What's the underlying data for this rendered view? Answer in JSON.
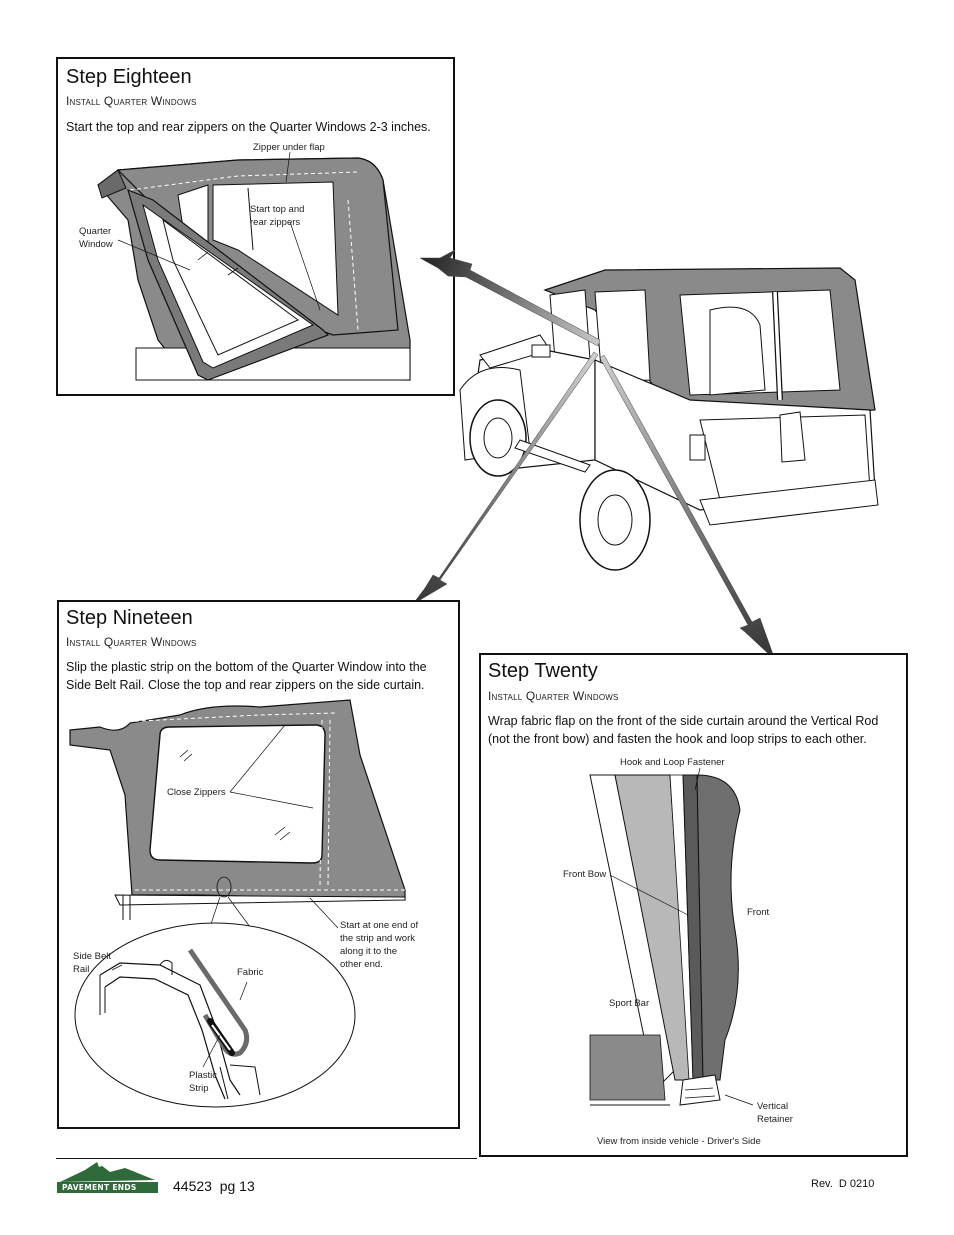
{
  "step18": {
    "title": "Step Eighteen",
    "subtitle": "Install Quarter Windows",
    "text": "Start the top and rear zippers on the Quarter Windows 2-3 inches.",
    "labels": {
      "zipper_flap": "Zipper under flap",
      "start_zippers_1": "Start top and",
      "start_zippers_2": "rear zippers",
      "quarter_1": "Quarter",
      "quarter_2": "Window"
    }
  },
  "step19": {
    "title": "Step Nineteen",
    "subtitle": "Install Quarter Windows",
    "text_1": "Slip the plastic strip on the bottom of the Quarter Window into the",
    "text_2": "Side Belt Rail. Close the top and rear zippers on the side curtain.",
    "labels": {
      "close_zippers": "Close Zippers",
      "start_end_1": "Start at one end of",
      "start_end_2": "the strip and work",
      "start_end_3": "along it to the",
      "start_end_4": "other end.",
      "side_belt_1": "Side Belt",
      "side_belt_2": "Rail",
      "fabric": "Fabric",
      "plastic_1": "Plastic",
      "plastic_2": "Strip"
    }
  },
  "step20": {
    "title": "Step Twenty",
    "subtitle": "Install Quarter Windows",
    "text_1": "Wrap fabric flap on the front of the side curtain around the Vertical Rod",
    "text_2": "(not the front bow) and fasten the hook and loop strips to each other.",
    "labels": {
      "hook_loop": "Hook and Loop Fastener",
      "front_bow": "Front Bow",
      "front": "Front",
      "sport_bar": "Sport Bar",
      "vertical_1": "Vertical",
      "vertical_2": "Retainer",
      "view": "View from inside vehicle - Driver's Side"
    }
  },
  "footer": {
    "logo": "PAVEMENT ENDS",
    "page": "44523  pg 13",
    "rev": "Rev.  D 0210"
  },
  "colors": {
    "fabric": "#8a8a8a",
    "fabric_dark": "#5f5f5f",
    "line": "#111111",
    "logo_green": "#2f6b3a"
  }
}
